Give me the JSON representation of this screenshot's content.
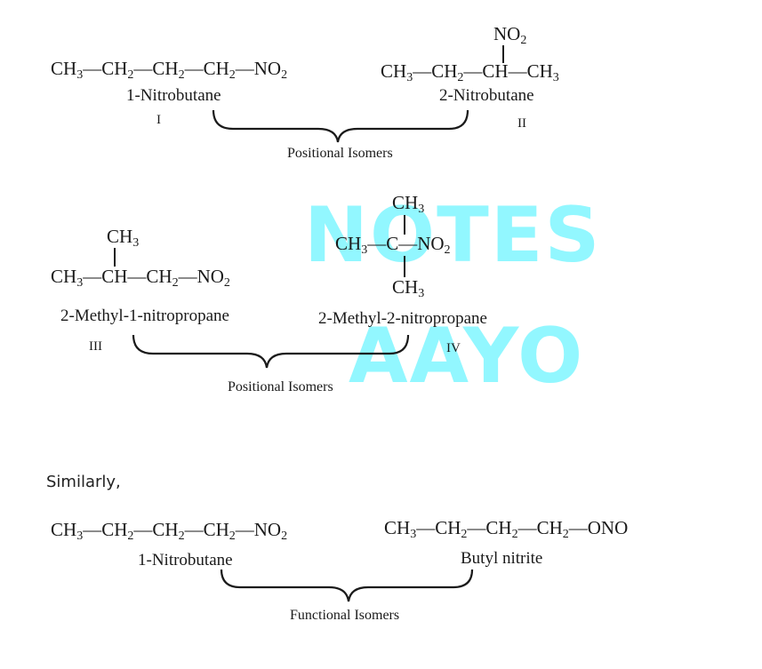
{
  "watermark": {
    "line1": "NOTES",
    "line2": "AAYO",
    "color": "#7ff6ff"
  },
  "set1": {
    "compound1": {
      "main": "CH3—CH2—CH2—CH2—NO2",
      "name": "1-Nitrobutane",
      "roman": "I"
    },
    "compound2": {
      "top": "NO2",
      "main": "CH3—CH2—CH—CH3",
      "name": "2-Nitrobutane",
      "roman": "II"
    },
    "relation": "Positional Isomers"
  },
  "set2": {
    "compound3": {
      "top": "CH3",
      "main": "CH3—CH—CH2—NO2",
      "name": "2-Methyl-1-nitropropane",
      "roman": "III"
    },
    "compound4": {
      "top": "CH3",
      "main": "CH3—C—NO2",
      "bottom": "CH3",
      "name": "2-Methyl-2-nitropropane",
      "roman": "IV"
    },
    "relation": "Positional Isomers"
  },
  "intro": "Similarly,",
  "set3": {
    "compound5": {
      "main": "CH3—CH2—CH2—CH2—NO2",
      "name": "1-Nitrobutane"
    },
    "compound6": {
      "main": "CH3—CH2—CH2—CH2—ONO",
      "name": "Butyl nitrite"
    },
    "relation": "Functional Isomers"
  }
}
